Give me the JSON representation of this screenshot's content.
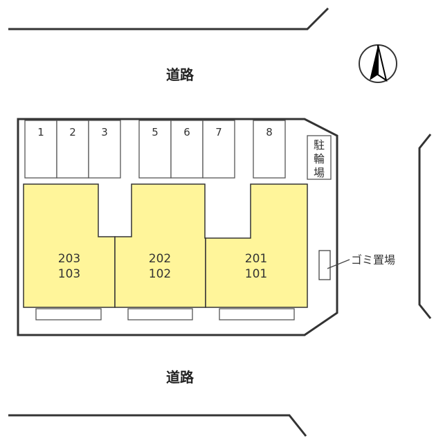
{
  "roads": {
    "top_label": "道路",
    "bottom_label": "道路"
  },
  "parking": {
    "spaces": [
      {
        "label": "1"
      },
      {
        "label": "2"
      },
      {
        "label": "3"
      },
      {
        "label": "5"
      },
      {
        "label": "6"
      },
      {
        "label": "7"
      },
      {
        "label": "8"
      }
    ]
  },
  "bicycle_parking": {
    "label_chars": [
      "駐",
      "輪",
      "場"
    ]
  },
  "units": [
    {
      "upper": "203",
      "lower": "103"
    },
    {
      "upper": "202",
      "lower": "102"
    },
    {
      "upper": "201",
      "lower": "101"
    }
  ],
  "garbage": {
    "label": "ゴミ置場"
  },
  "compass": {
    "icon": "north-arrow-icon"
  },
  "colors": {
    "unit_fill": "#fff59a",
    "line": "#333333",
    "background": "#ffffff"
  }
}
